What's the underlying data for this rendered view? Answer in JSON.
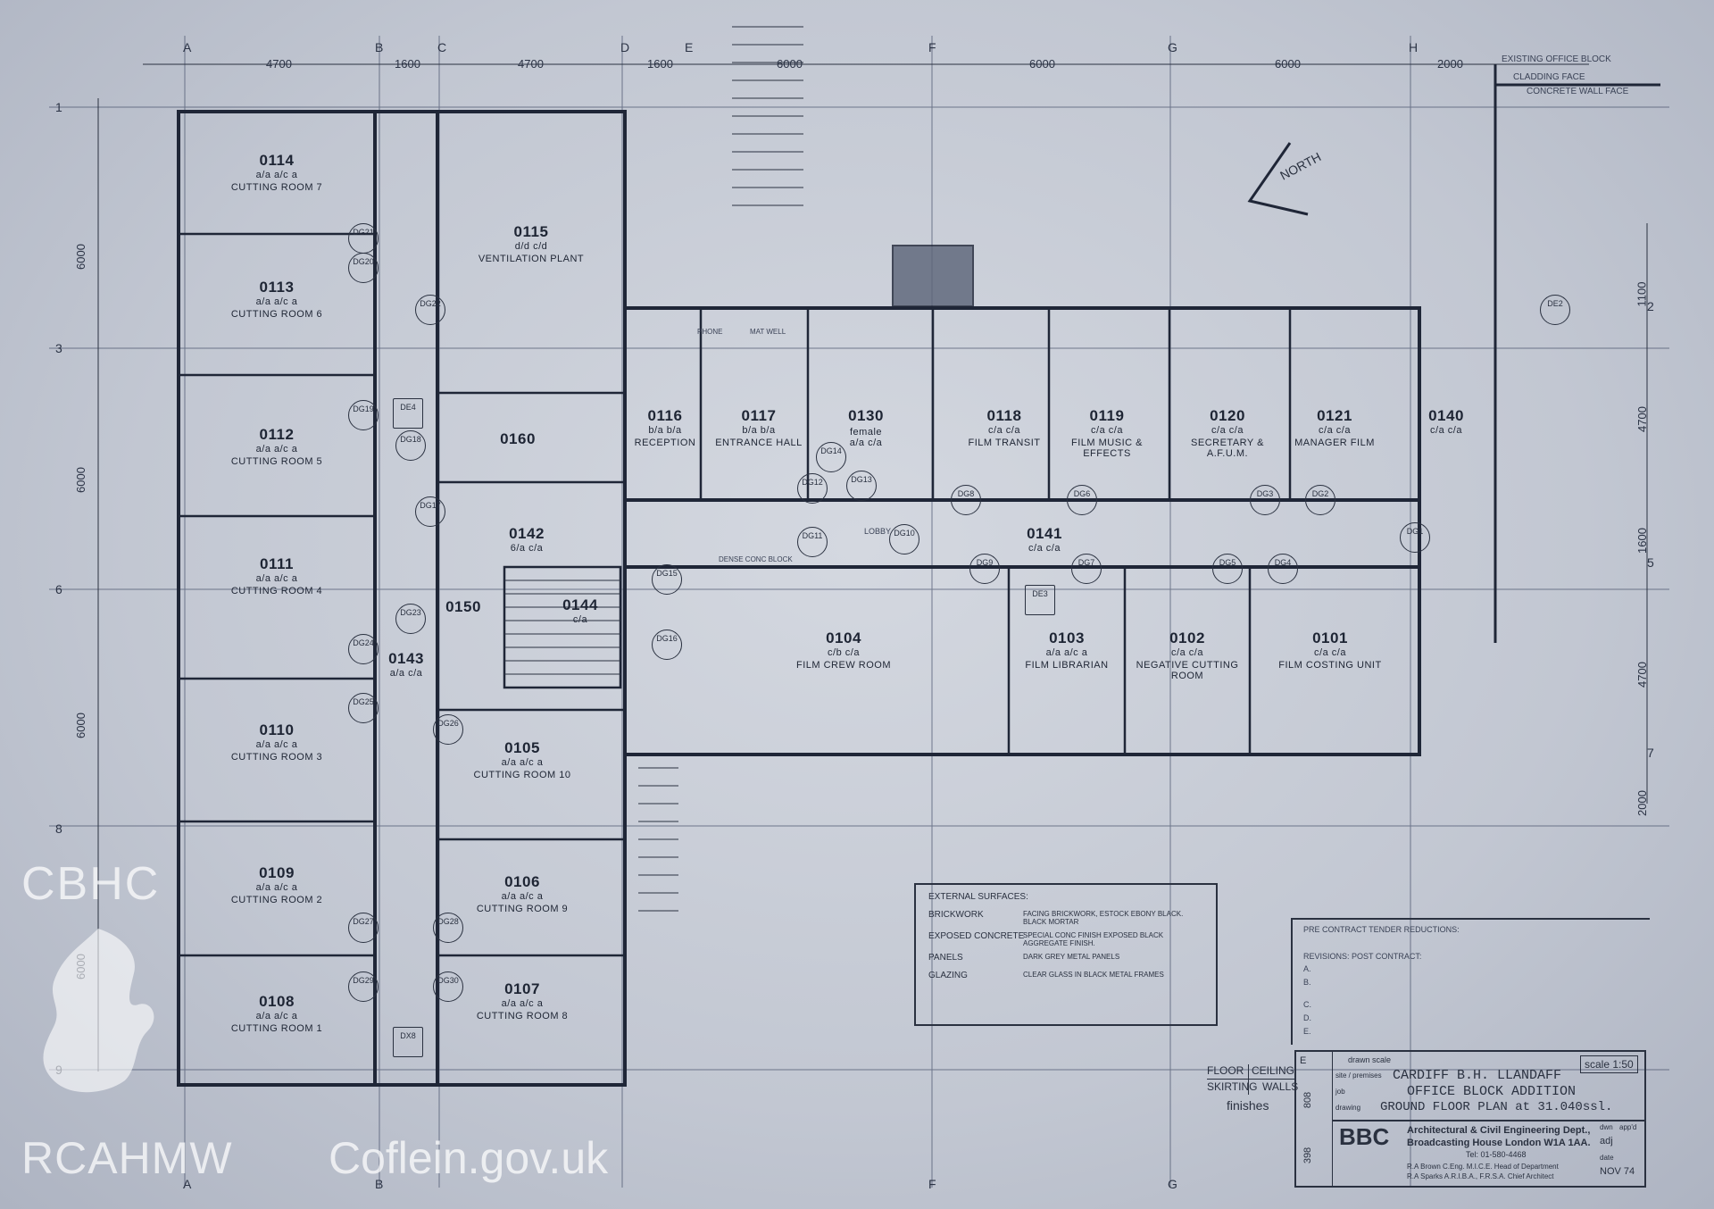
{
  "grid": {
    "columns": [
      "A",
      "B",
      "C",
      "D",
      "E",
      "F",
      "G",
      "H"
    ],
    "rows": [
      "1",
      "2",
      "3",
      "5",
      "6",
      "7",
      "8",
      "9"
    ],
    "top_dims": [
      "4700",
      "1600",
      "4700",
      "1600",
      "6000",
      "6000",
      "6000",
      "2000"
    ],
    "left_dims": [
      "6000",
      "6000",
      "6000",
      "6000"
    ],
    "right_dims": [
      "1100",
      "4700",
      "1600",
      "4700",
      "2000"
    ]
  },
  "rooms": [
    {
      "id": "0114",
      "name": "CUTTING ROOM 7",
      "fin": "a/a a/c a"
    },
    {
      "id": "0113",
      "name": "CUTTING ROOM 6",
      "fin": "a/a a/c a"
    },
    {
      "id": "0112",
      "name": "CUTTING ROOM 5",
      "fin": "a/a a/c a"
    },
    {
      "id": "0111",
      "name": "CUTTING ROOM 4",
      "fin": "a/a a/c a"
    },
    {
      "id": "0110",
      "name": "CUTTING ROOM 3",
      "fin": "a/a a/c a"
    },
    {
      "id": "0109",
      "name": "CUTTING ROOM 2",
      "fin": "a/a a/c a"
    },
    {
      "id": "0108",
      "name": "CUTTING ROOM 1",
      "fin": "a/a a/c a"
    },
    {
      "id": "0115",
      "name": "VENTILATION PLANT",
      "fin": "d/d c/d"
    },
    {
      "id": "0116",
      "name": "RECEPTION",
      "fin": "b/a b/a"
    },
    {
      "id": "0117",
      "name": "ENTRANCE HALL",
      "fin": "b/a b/a"
    },
    {
      "id": "0130",
      "name": "female",
      "fin": "a/a c/a"
    },
    {
      "id": "0118",
      "name": "FILM TRANSIT",
      "fin": "c/a c/a"
    },
    {
      "id": "0119",
      "name": "FILM MUSIC & EFFECTS",
      "fin": "c/a c/a"
    },
    {
      "id": "0120",
      "name": "SECRETARY & A.F.U.M.",
      "fin": "c/a c/a"
    },
    {
      "id": "0121",
      "name": "MANAGER FILM",
      "fin": "c/a c/a"
    },
    {
      "id": "0140",
      "name": "",
      "fin": "c/a c/a"
    },
    {
      "id": "0160",
      "name": "",
      "fin": ""
    },
    {
      "id": "0142",
      "name": "",
      "fin": "6/a c/a"
    },
    {
      "id": "0141",
      "name": "",
      "fin": "c/a c/a"
    },
    {
      "id": "0144",
      "name": "",
      "fin": "c/a"
    },
    {
      "id": "0150",
      "name": "",
      "fin": ""
    },
    {
      "id": "0143",
      "name": "",
      "fin": "a/a c/a"
    },
    {
      "id": "0104",
      "name": "FILM CREW ROOM",
      "fin": "c/b c/a"
    },
    {
      "id": "0103",
      "name": "FILM LIBRARIAN",
      "fin": "a/a a/c a"
    },
    {
      "id": "0102",
      "name": "NEGATIVE CUTTING ROOM",
      "fin": "c/a c/a"
    },
    {
      "id": "0101",
      "name": "FILM COSTING UNIT",
      "fin": "c/a c/a"
    },
    {
      "id": "0105",
      "name": "CUTTING ROOM 10",
      "fin": "a/a a/c a"
    },
    {
      "id": "0106",
      "name": "CUTTING ROOM 9",
      "fin": "a/a a/c a"
    },
    {
      "id": "0107",
      "name": "CUTTING ROOM 8",
      "fin": "a/a a/c a"
    }
  ],
  "doors": [
    "DG21",
    "DG20",
    "DG22",
    "DG19",
    "DG18",
    "DG17",
    "DG23",
    "DG24",
    "DG25",
    "DG26",
    "DG27",
    "DG28",
    "DG29",
    "DG30",
    "DG14",
    "DG13",
    "DG12",
    "DG11",
    "DG10",
    "DG9",
    "DG8",
    "DG7",
    "DG6",
    "DG5",
    "DG4",
    "DG3",
    "DG2",
    "DG1",
    "DG15",
    "DG16",
    "DX8",
    "DE4",
    "DE3",
    "DE2"
  ],
  "annotations": {
    "existing_block": "EXISTING OFFICE BLOCK",
    "cladding": "CLADDING FACE",
    "concrete_wall": "CONCRETE WALL FACE",
    "north": "NORTH",
    "lobby": "LOBBY",
    "dense_conc": "DENSE CONC BLOCK",
    "phone": "PHONE",
    "mat_well": "MAT WELL"
  },
  "external_surfaces": {
    "title": "EXTERNAL SURFACES:",
    "rows": [
      {
        "k": "BRICKWORK",
        "v": "FACING BRICKWORK, ESTOCK EBONY BLACK. BLACK MORTAR"
      },
      {
        "k": "EXPOSED CONCRETE",
        "v": "SPECIAL CONC FINISH EXPOSED BLACK AGGREGATE FINISH."
      },
      {
        "k": "PANELS",
        "v": "DARK GREY METAL PANELS"
      },
      {
        "k": "GLAZING",
        "v": "CLEAR GLASS IN BLACK METAL FRAMES"
      }
    ]
  },
  "finishes_key": {
    "floor": "FLOOR",
    "ceiling": "CEILING",
    "skirting": "SKIRTING",
    "walls": "WALLS",
    "label": "finishes"
  },
  "pre_contract": {
    "title": "PRE CONTRACT TENDER REDUCTIONS:",
    "revisions_title": "REVISIONS: POST CONTRACT:",
    "items": [
      "A.",
      "B.",
      "C.",
      "D.",
      "E."
    ]
  },
  "title_block": {
    "drawn_scale": "drawn scale",
    "site_label": "site / premises",
    "site": "CARDIFF  B.H. LLANDAFF",
    "job_label": "job",
    "job": "OFFICE BLOCK ADDITION",
    "drawing_label": "drawing",
    "drawing": "GROUND FLOOR PLAN at 31.040ssl.",
    "scale": "scale 1:50",
    "bbc": "BBC",
    "dept": "Architectural & Civil Engineering Dept.,",
    "address": "Broadcasting House London W1A 1AA.",
    "tel": "Tel: 01-580-4468",
    "staff1": "R.A Brown  C.Eng.  M.I.C.E.   Head of Department",
    "staff2": "R.A Sparks  A.R.I.B.A.,  F.R.S.A.   Chief Architect",
    "dwn_label": "dwn",
    "dwn": "adj",
    "appd_label": "app'd",
    "date_label": "date",
    "date": "NOV 74",
    "site_no": "398",
    "dwg_no": "808",
    "rev": "E"
  },
  "watermark": {
    "cbhc": "CBHC",
    "rcahmw": "RCAHMW",
    "coflein": "Coflein.gov.uk"
  },
  "colors": {
    "paper": "#c6cad4",
    "ink": "#2a3140",
    "watermark": "#ffffff"
  }
}
